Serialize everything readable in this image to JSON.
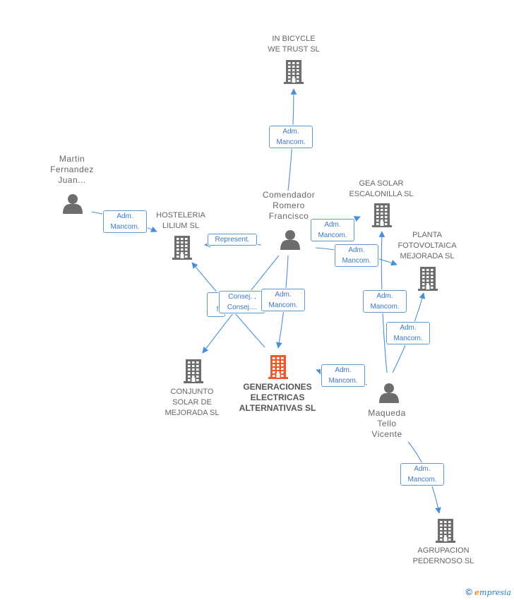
{
  "nodes": {
    "in_bicycle": {
      "label": "IN BICYCLE\nWE TRUST SL",
      "type": "company"
    },
    "martin": {
      "label": "Martin\nFernandez\nJuan...",
      "type": "person"
    },
    "comendador": {
      "label": "Comendador\nRomero\nFrancisco",
      "type": "person"
    },
    "gea_solar": {
      "label": "GEA SOLAR\nESCALONILLA SL",
      "type": "company"
    },
    "hosteleria": {
      "label": "HOSTELERIA\nLILIUM SL",
      "type": "company"
    },
    "planta": {
      "label": "PLANTA\nFOTOVOLTAICA\nMEJORADA SL",
      "type": "company"
    },
    "conjunto": {
      "label": "CONJUNTO\nSOLAR DE\nMEJORADA SL",
      "type": "company"
    },
    "generaciones": {
      "label": "GENERACIONES\nELECTRICAS\nALTERNATIVAS SL",
      "type": "company-main"
    },
    "maqueda": {
      "label": "Maqueda\nTello\nVicente",
      "type": "person"
    },
    "agrupacion": {
      "label": "AGRUPACION\nPEDERNOSO SL",
      "type": "company"
    }
  },
  "edges": {
    "e1": "Adm.\nMancom.",
    "e2": "Adm.\nMancom.",
    "e3": "Represent.",
    "e4": "Adm.\nMancom.",
    "e5": "Adm.\nMancom.",
    "e6": "M",
    "e7": "Consej. ,\nConsej....",
    "e8": "Adm.\nMancom.",
    "e9": "Adm.\nMancom.",
    "e10": "Adm.\nMancom.",
    "e11": "Adm.\nMancom.",
    "e12": "Adm.\nMancom."
  },
  "colors": {
    "edge": "#4a8fd8",
    "company_icon": "#6d6d6d",
    "main_icon": "#f0572a",
    "person_icon": "#6d6d6d"
  },
  "footer": {
    "copyright": "©",
    "brand_e": "e",
    "brand_rest": "mpresia"
  }
}
